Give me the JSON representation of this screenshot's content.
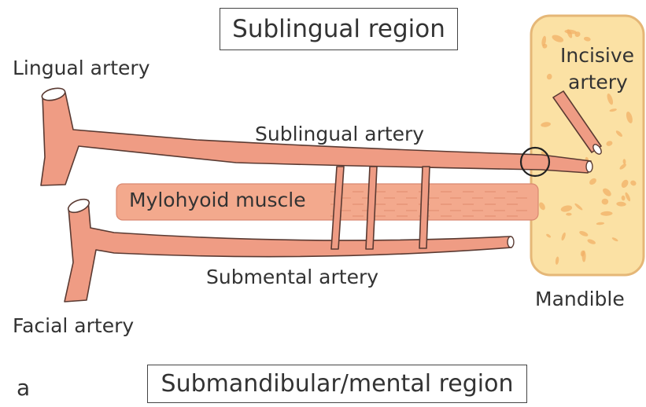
{
  "colors": {
    "artery_fill": "#ef9c84",
    "artery_stroke": "#5a3a32",
    "muscle_fill": "#f3a98d",
    "mandible_fill": "#fbe1a4",
    "mandible_stroke": "#e5b777",
    "bone_speckle": "#f2b067",
    "text": "#333333"
  },
  "icons": {
    "mandible_texture": "bone-speckle",
    "anastomosis_marker": "circle-outline"
  },
  "regions": {
    "top": "Sublingual region",
    "bottom": "Submandibular/mental region"
  },
  "panel_letter": "a",
  "labels": {
    "lingual_artery": "Lingual artery",
    "sublingual_artery": "Sublingual artery",
    "mylohyoid_muscle": "Mylohyoid muscle",
    "submental_artery": "Submental artery",
    "facial_artery": "Facial artery",
    "incisive_artery_line1": "Incisive",
    "incisive_artery_line2": "artery",
    "mandible": "Mandible"
  }
}
